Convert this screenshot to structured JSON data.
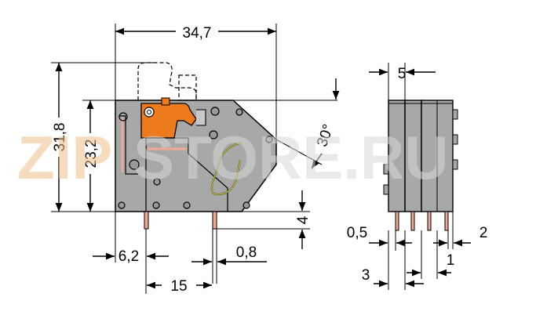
{
  "watermark": {
    "left_part": "ZIP",
    "right_part": "STORE.RU",
    "left_color": "#f0c08a",
    "right_color": "#d8d8d8"
  },
  "dimensions": {
    "overall_width": "34,7",
    "total_height": "31,8",
    "body_height": "23,2",
    "angle": "30°",
    "pin_length": "4",
    "pin_offset": "6,2",
    "pin_width": "0,8",
    "pin_pitch": "15",
    "side_pitch": "5",
    "side_half_pitch": "0,5",
    "side_pin": "2",
    "side_spacing": "1",
    "side_edge": "3"
  },
  "colors": {
    "housing": "#a8a8a8",
    "lever": "#ee7a1e",
    "pins": "#f0a892",
    "background": "#ffffff"
  }
}
